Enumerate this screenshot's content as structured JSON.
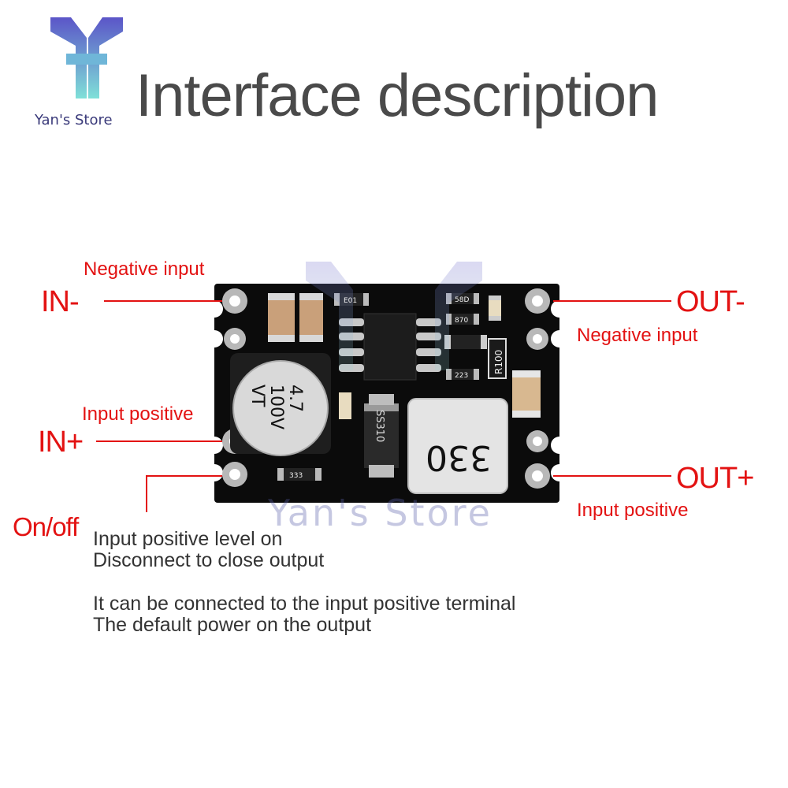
{
  "title": "Interface description",
  "brand": {
    "name": "Yan's Store",
    "watermark": "Yan's Store",
    "colors": {
      "top": "#5b55c8",
      "bottom": "#7fe0d8"
    }
  },
  "pins": [
    {
      "label": "IN-",
      "description": "Negative input"
    },
    {
      "label": "IN+",
      "description": "Input positive"
    },
    {
      "label": "On/off"
    },
    {
      "label": "OUT-",
      "description": "Negative input"
    },
    {
      "label": "OUT+",
      "description": "Input positive"
    }
  ],
  "board": {
    "capacitor": {
      "line1": "4.7",
      "line2": "100V",
      "line3": "VT"
    },
    "inductor": "330",
    "diode": "SS310",
    "resistor": "R100",
    "smd_codes": [
      "E01",
      "58D",
      "870",
      "223",
      "333"
    ]
  },
  "notes": [
    "Input positive level on",
    "Disconnect to close output",
    "It can be connected to the input positive terminal",
    "The default power on the output"
  ],
  "colors": {
    "label_red": "#e31212",
    "pcb": "#0b0b0b",
    "pad": "#b8b8b8"
  }
}
